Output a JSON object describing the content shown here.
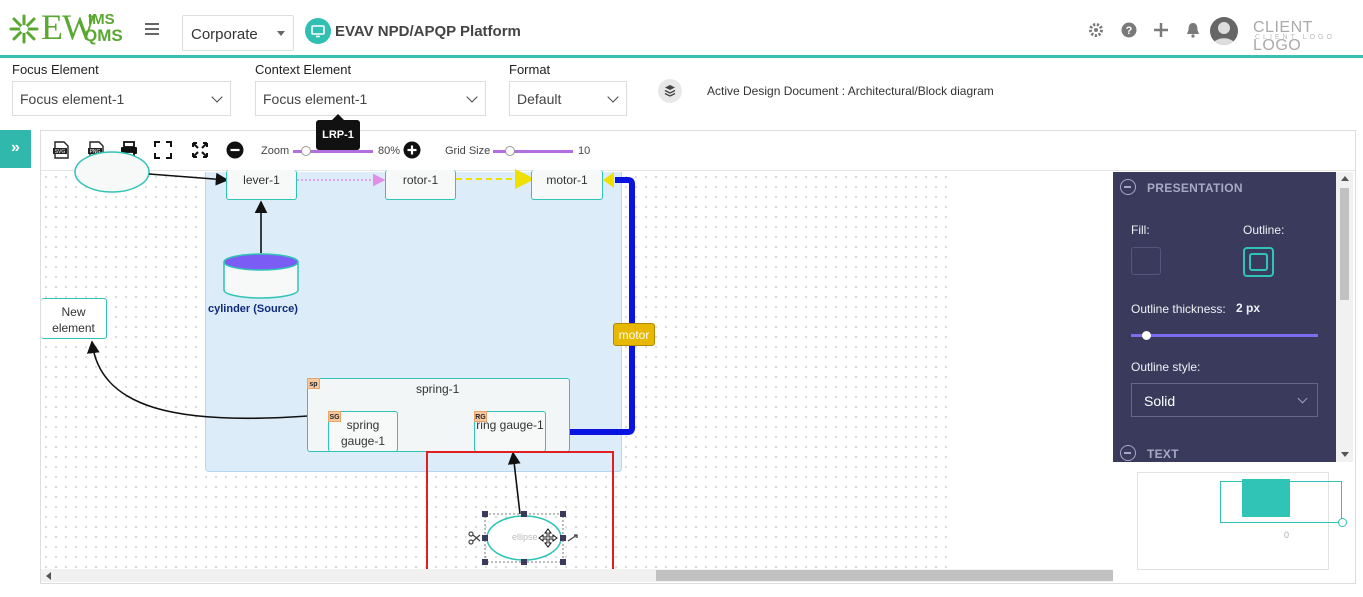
{
  "header": {
    "logo_ew": "EW",
    "logo_ims": "IMS",
    "logo_qms": "QMS",
    "org_select": "Corporate",
    "platform_title": "EVAV NPD/APQP Platform",
    "client_logo": "CLIENT LOGO",
    "client_logo_sub": "CLIENT LOGO"
  },
  "controls": {
    "focus_label": "Focus Element",
    "focus_value": "Focus element-1",
    "context_label": "Context Element",
    "context_value": "Focus element-1",
    "format_label": "Format",
    "format_value": "Default",
    "active_doc": "Active Design Document : Architectural/Block diagram",
    "tooltip": "LRP-1"
  },
  "toolbar": {
    "zoom_label": "Zoom",
    "zoom_value": "80%",
    "grid_label": "Grid Size",
    "grid_value": "10",
    "zoom_level": 0.8
  },
  "diagram": {
    "lever": "lever-1",
    "rotor": "rotor-1",
    "motor": "motor-1",
    "cylinder": "cylinder (Source)",
    "new_element": "New element",
    "motor_tag": "motor",
    "spring": "spring-1",
    "spring_badge": "sp",
    "spring_gauge": "spring gauge-1",
    "sg_badge": "SG",
    "ring_gauge": "ring gauge-1",
    "rg_badge": "RG",
    "ellipse": "ellipse"
  },
  "panel": {
    "presentation": "PRESENTATION",
    "fill": "Fill:",
    "outline": "Outline:",
    "thickness_label": "Outline thickness:",
    "thickness_value": "2 px",
    "style_label": "Outline style:",
    "style_value": "Solid",
    "text": "TEXT",
    "accent_color": "#2fc4b5"
  },
  "minimap": {
    "label": "0"
  }
}
